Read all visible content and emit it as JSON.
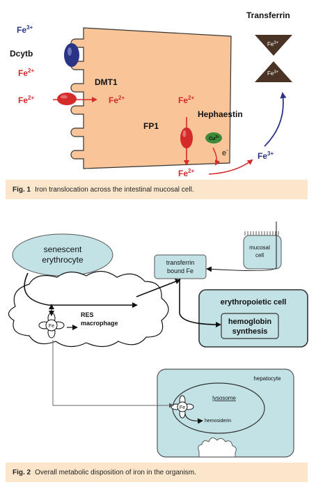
{
  "fig1": {
    "labels": {
      "fe3_top": "Fe",
      "fe3_top_sup": "3+",
      "dcytb": "Dcytb",
      "fe2_after_dcytb": "Fe",
      "fe2_after_dcytb_sup": "2+",
      "dmt1": "DMT1",
      "fe2_left": "Fe",
      "fe2_left_sup": "2+",
      "fe2_inside": "Fe",
      "fe2_inside_sup": "2+",
      "fe2_fp1": "Fe",
      "fe2_fp1_sup": "2+",
      "fp1": "FP1",
      "hephaestin": "Hephaestin",
      "cu": "Cu",
      "cu_sup": "2+",
      "electron": "e",
      "electron_sup": "-",
      "fe2_bottom": "Fe",
      "fe2_bottom_sup": "2+",
      "fe3_right": "Fe",
      "fe3_right_sup": "3+",
      "transferrin": "Transferrin",
      "tf_fe_upper": "Fe",
      "tf_fe_upper_sup": "3+",
      "tf_fe_lower": "Fe",
      "tf_fe_lower_sup": "3+"
    },
    "caption_num": "Fig. 1",
    "caption_text": "Iron translocation across the intestinal mucosal cell."
  },
  "fig2": {
    "labels": {
      "senescent_line1": "senescent",
      "senescent_line2": "erythrocyte",
      "mucosal_line1": "mucosal",
      "mucosal_line2": "cell",
      "transferrin_line1": "transferrin",
      "transferrin_line2": "bound Fe",
      "res_line1": "RES",
      "res_line2": "macrophage",
      "fe_cloud": "Fe",
      "erythropoietic": "erythropoietic cell",
      "hemoglobin_line1": "hemoglobin",
      "hemoglobin_line2": "synthesis",
      "hepatocyte": "hepatocyte",
      "lysosome": "lysosome",
      "fe_lyso": "Fe",
      "hemosiderin": "hemosiderin"
    },
    "caption_num": "Fig. 2",
    "caption_text": "Overall metabolic disposition of iron in the organism."
  },
  "colors": {
    "cell_fill": "#f9c497",
    "navy": "#2a3386",
    "red": "#d42a2a",
    "green": "#3e8a3a",
    "teal_fill": "#c3e2e6",
    "caption_bg": "#fbe6cc",
    "transferrin_brown": "#4a3324"
  }
}
